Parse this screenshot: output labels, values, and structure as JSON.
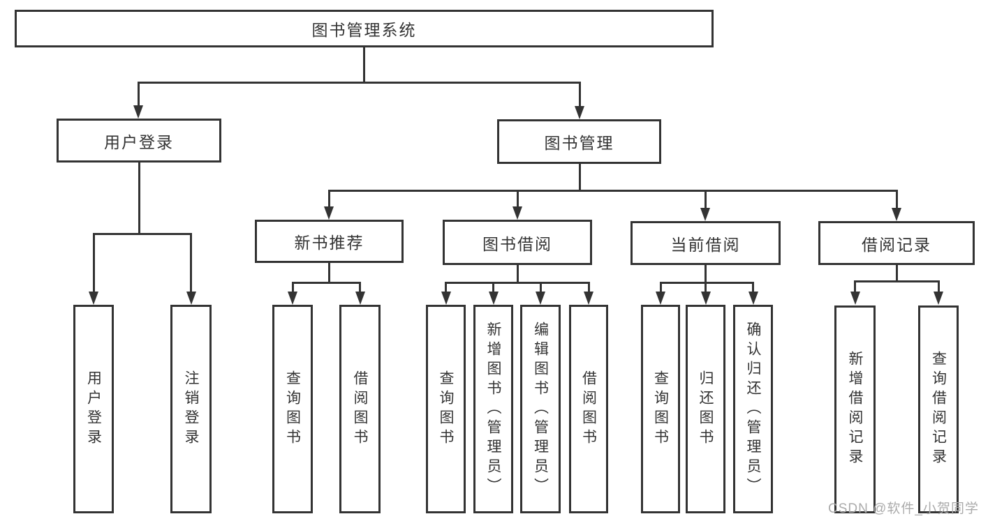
{
  "diagram": {
    "root": {
      "label": "图书管理系统"
    },
    "level2": [
      {
        "label": "用户登录"
      },
      {
        "label": "图书管理"
      }
    ],
    "level3": [
      {
        "label": "新书推荐"
      },
      {
        "label": "图书借阅"
      },
      {
        "label": "当前借阅"
      },
      {
        "label": "借阅记录"
      }
    ],
    "leaves": [
      {
        "label": "用户登录"
      },
      {
        "label": "注销登录"
      },
      {
        "label": "查询图书"
      },
      {
        "label": "借阅图书"
      },
      {
        "label": "查询图书"
      },
      {
        "label": "新增图书（管理员）"
      },
      {
        "label": "编辑图书（管理员）"
      },
      {
        "label": "借阅图书"
      },
      {
        "label": "查询图书"
      },
      {
        "label": "归还图书"
      },
      {
        "label": "确认归还（管理员）"
      },
      {
        "label": "新增借阅记录"
      },
      {
        "label": "查询借阅记录"
      }
    ]
  },
  "watermark": {
    "text": "CSDN @软件_小贺同学"
  },
  "colors": {
    "line": "#333333",
    "text": "#333333",
    "watermark": "#ababab",
    "background": "#ffffff"
  }
}
